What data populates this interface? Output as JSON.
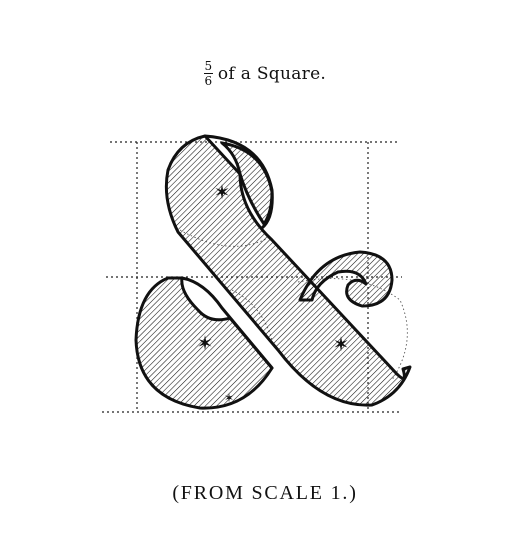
{
  "title": {
    "fraction_numerator": "5",
    "fraction_denominator": "6",
    "text": "of a Square."
  },
  "caption": "(FROM SCALE 1.)",
  "figure": {
    "glyph": "&",
    "star_markers": 4,
    "ink_color": "#111111",
    "grid_line_style": "dotted"
  }
}
